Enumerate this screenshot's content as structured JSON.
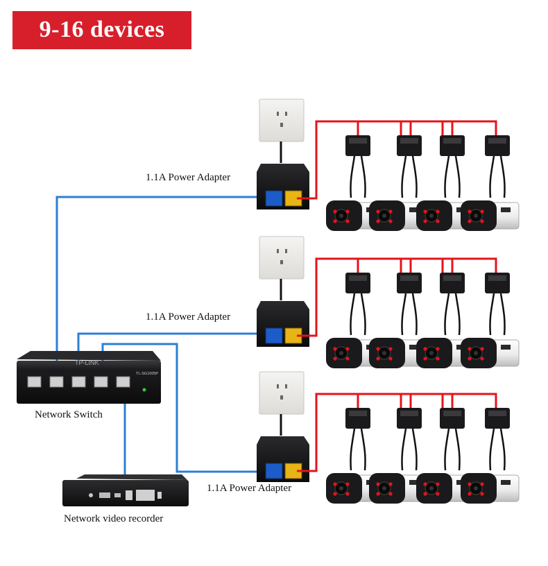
{
  "banner": {
    "text": "9-16 devices"
  },
  "labels": {
    "adapter_1": "1.1A Power Adapter",
    "adapter_2": "1.1A Power Adapter",
    "adapter_3": "1.1A Power Adapter",
    "switch": "Network Switch",
    "nvr": "Network video recorder"
  },
  "switch_model": "TL-SG1005P",
  "switch_brand": "TP-LINK",
  "colors": {
    "banner": "#d71f2b",
    "data_cable": "#2b7fd4",
    "power_cable": "#e4131b",
    "port_blue": "#1c5cc8",
    "port_yellow": "#e8b416"
  }
}
